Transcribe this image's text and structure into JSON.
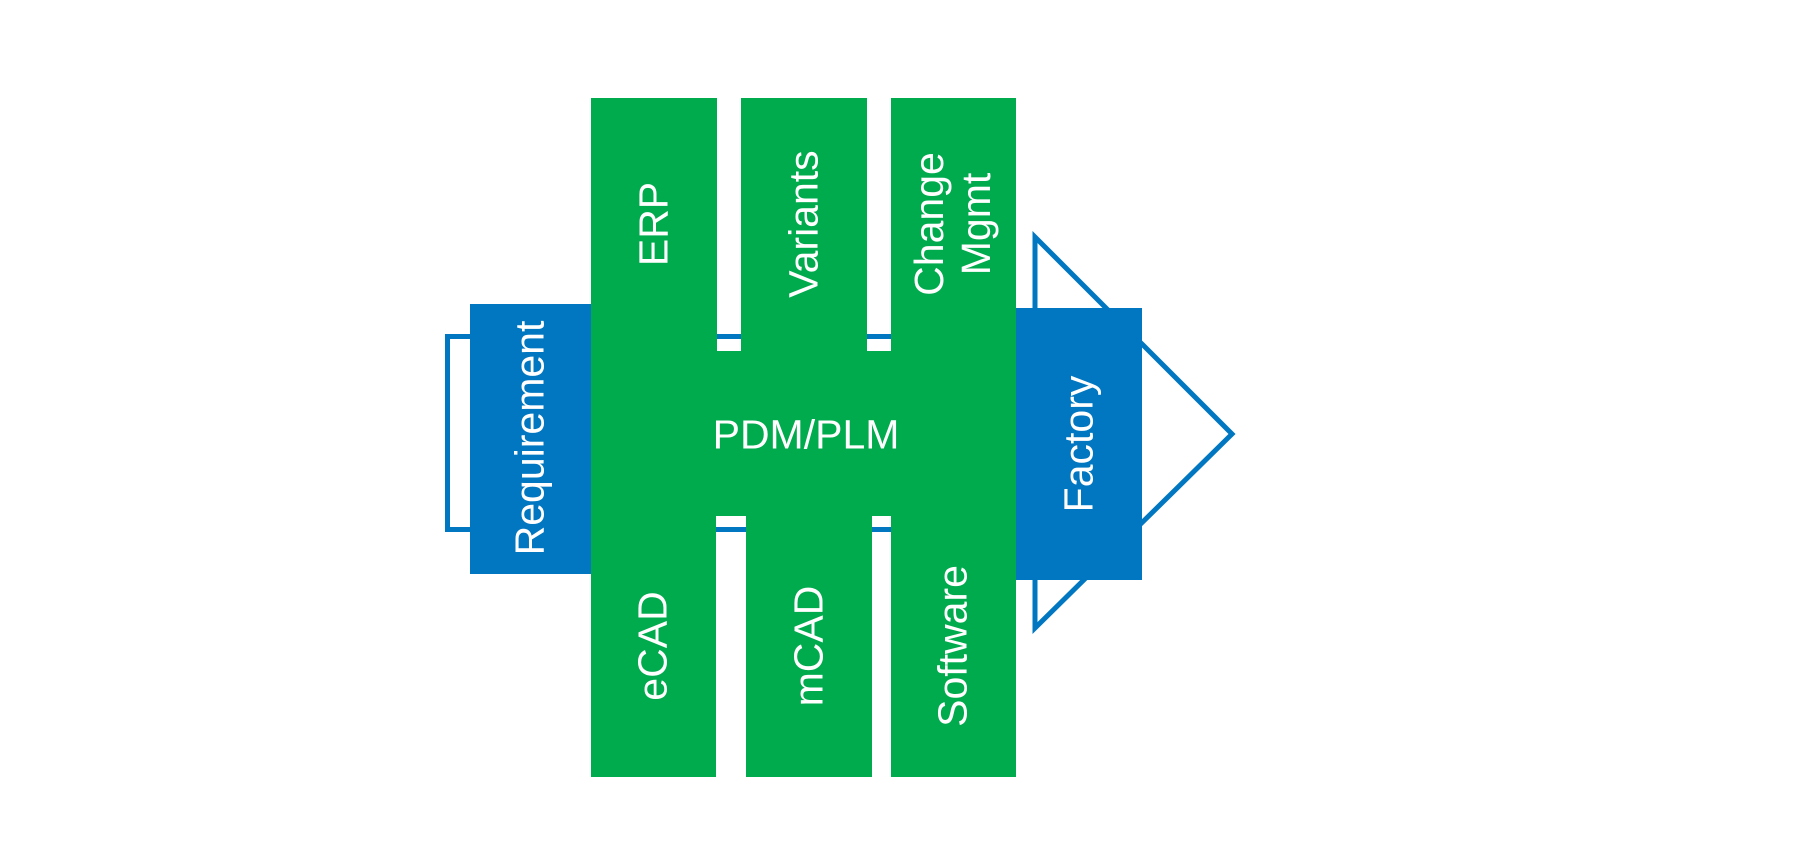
{
  "colors": {
    "green": "#00AB4E",
    "blue": "#0077C0",
    "label_text": "#FFFFFF"
  },
  "diagram": {
    "center": {
      "label": "PDM/PLM"
    },
    "input": {
      "label": "Requirement"
    },
    "output": {
      "label": "Factory"
    },
    "top_systems": [
      {
        "label": "ERP"
      },
      {
        "label": "Variants"
      },
      {
        "label": "Change Mgmt",
        "lines": [
          "Change",
          "Mgmt"
        ]
      }
    ],
    "bottom_systems": [
      {
        "label": "eCAD"
      },
      {
        "label": "mCAD"
      },
      {
        "label": "Software"
      }
    ]
  }
}
